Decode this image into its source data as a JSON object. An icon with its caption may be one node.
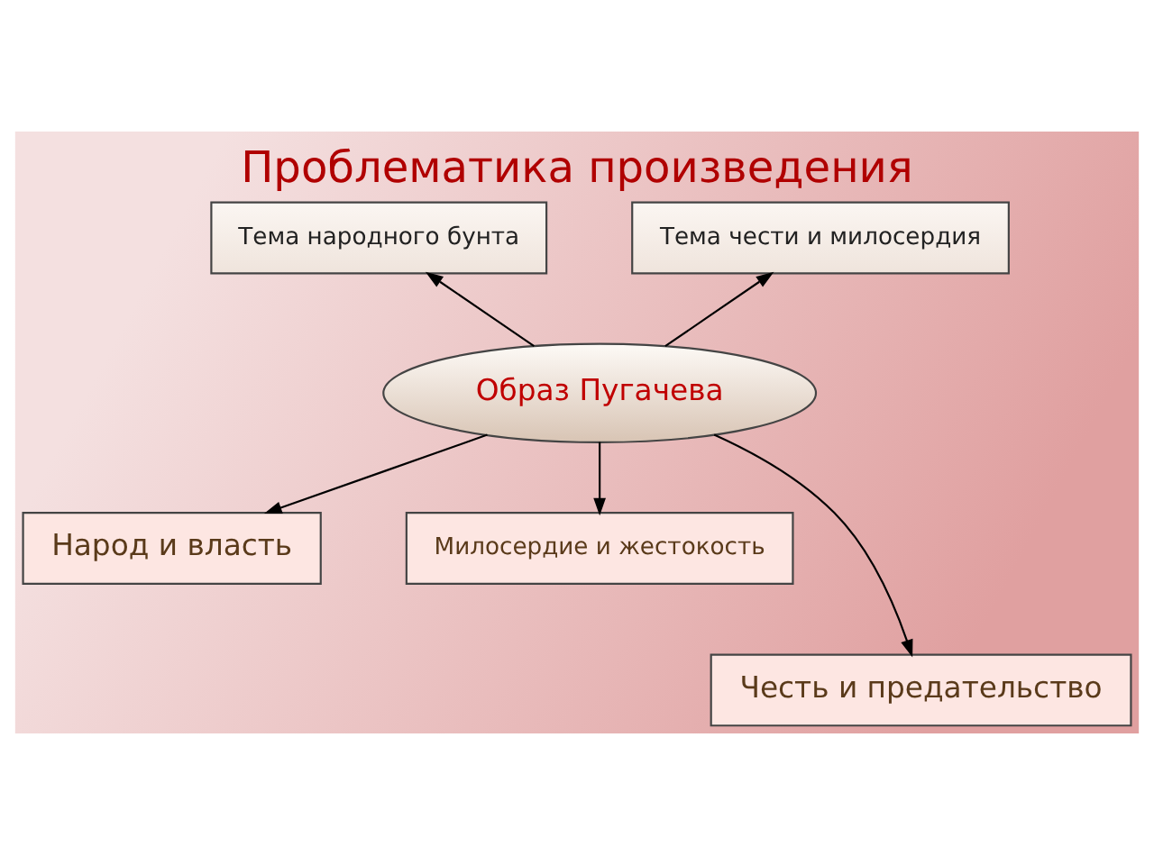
{
  "diagram": {
    "title": "Проблематика произведения",
    "nodes": [
      {
        "text": [
          "Тема народного бунта"
        ]
      },
      {
        "text": [
          "Тема чести и милосердия"
        ]
      },
      {
        "text": [
          "Образ Пугачева"
        ]
      },
      {
        "text": [
          "Народ и власть"
        ]
      },
      {
        "text": [
          "Милосердие и жестокость"
        ]
      },
      {
        "text": [
          "Честь и предательство"
        ]
      }
    ],
    "edges": [
      {
        "from": 2,
        "to": 0,
        "arrow": "to"
      },
      {
        "from": 2,
        "to": 1,
        "arrow": "to"
      },
      {
        "from": 2,
        "to": 3,
        "arrow": "to"
      },
      {
        "from": 2,
        "to": 4,
        "arrow": "to"
      },
      {
        "from": 2,
        "to": 5,
        "arrow": "to"
      }
    ]
  }
}
